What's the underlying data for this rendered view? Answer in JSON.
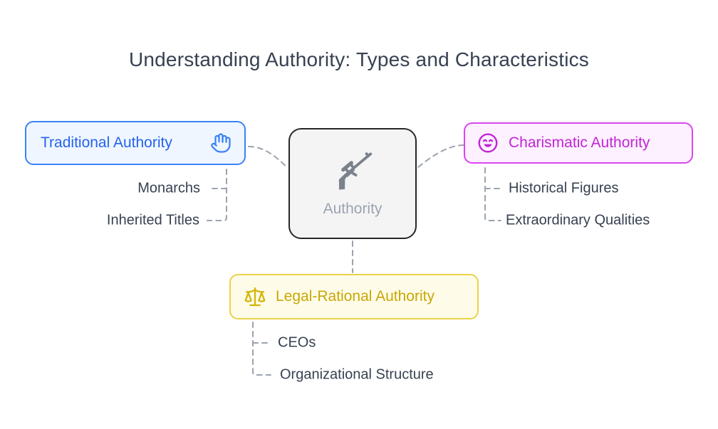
{
  "title": "Understanding Authority: Types and Characteristics",
  "center": {
    "label": "Authority",
    "icon": "rifle-icon"
  },
  "branches": {
    "traditional": {
      "label": "Traditional Authority",
      "icon": "hand-icon",
      "accent": "#3b82f6",
      "items": [
        "Monarchs",
        "Inherited Titles"
      ]
    },
    "charismatic": {
      "label": "Charismatic Authority",
      "icon": "smiley-face-icon",
      "accent": "#d946ef",
      "items": [
        "Historical Figures",
        "Extraordinary Qualities"
      ]
    },
    "legal_rational": {
      "label": "Legal-Rational Authority",
      "icon": "balance-scale-icon",
      "accent": "#e8d348",
      "items": [
        "CEOs",
        "Organizational Structure"
      ]
    }
  },
  "colors": {
    "connector": "#9ca3af",
    "body_text": "#374151",
    "center_bg": "#f4f4f5",
    "center_border": "#27272a"
  }
}
